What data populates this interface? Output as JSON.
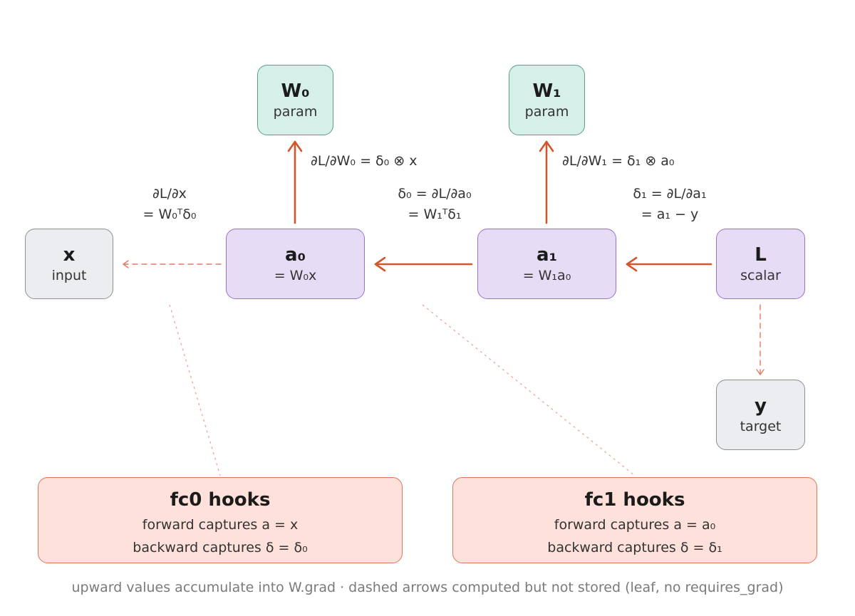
{
  "nodes": {
    "x": {
      "title": "x",
      "subtitle": "input"
    },
    "a0": {
      "title": "a₀",
      "subtitle": "= W₀x"
    },
    "a1": {
      "title": "a₁",
      "subtitle": "= W₁a₀"
    },
    "L": {
      "title": "L",
      "subtitle": "scalar"
    },
    "W0": {
      "title": "W₀",
      "subtitle": "param"
    },
    "W1": {
      "title": "W₁",
      "subtitle": "param"
    },
    "y": {
      "title": "y",
      "subtitle": "target"
    }
  },
  "edge_labels": {
    "dx": {
      "line1": "∂L/∂x",
      "line2": "= W₀ᵀδ₀"
    },
    "dW0": {
      "text": "∂L/∂W₀ = δ₀ ⊗ x"
    },
    "delta0": {
      "line1": "δ₀ = ∂L/∂a₀",
      "line2": "= W₁ᵀδ₁"
    },
    "dW1": {
      "text": "∂L/∂W₁ = δ₁ ⊗ a₀"
    },
    "delta1": {
      "line1": "δ₁ = ∂L/∂a₁",
      "line2": "= a₁ − y"
    }
  },
  "hooks": {
    "fc0": {
      "title": "fc0 hooks",
      "forward": "forward captures a = x",
      "backward": "backward captures δ = δ₀"
    },
    "fc1": {
      "title": "fc1 hooks",
      "forward": "forward captures a = a₀",
      "backward": "backward captures δ = δ₁"
    }
  },
  "footer": "upward values accumulate into W.grad · dashed arrows computed but not stored (leaf, no requires_grad)",
  "colors": {
    "gradient_arrow": "#d0562e",
    "dashed_arrow": "#e07b5e",
    "connector": "#e8a896",
    "input_fill": "#ebedf0",
    "op_fill": "#e7dcf5",
    "param_fill": "#d6efe9",
    "hook_fill": "#fde1da"
  }
}
